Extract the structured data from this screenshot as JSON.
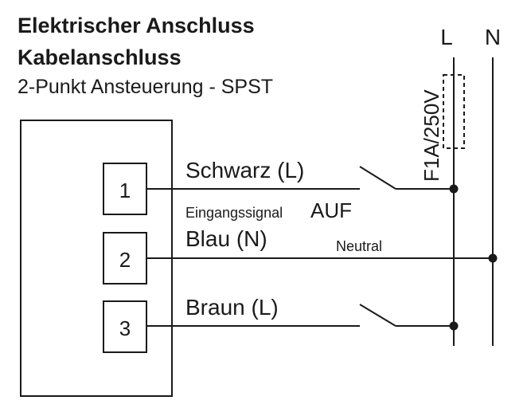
{
  "header": {
    "title_line1": "Elektrischer Anschluss",
    "title_line2": "Kabelanschluss",
    "subtitle": "2-Punkt Ansteuerung  - SPST"
  },
  "rails": {
    "live": "L",
    "neutral": "N"
  },
  "fuse": {
    "label": "F1A/250V"
  },
  "terminals": [
    {
      "number": "1",
      "wire": "Schwarz (L)"
    },
    {
      "number": "2",
      "wire": "Blau (N)"
    },
    {
      "number": "3",
      "wire": "Braun (L)"
    }
  ],
  "annotations": {
    "input_signal": "Eingangssignal",
    "direction": "AUF",
    "neutral": "Neutral"
  }
}
